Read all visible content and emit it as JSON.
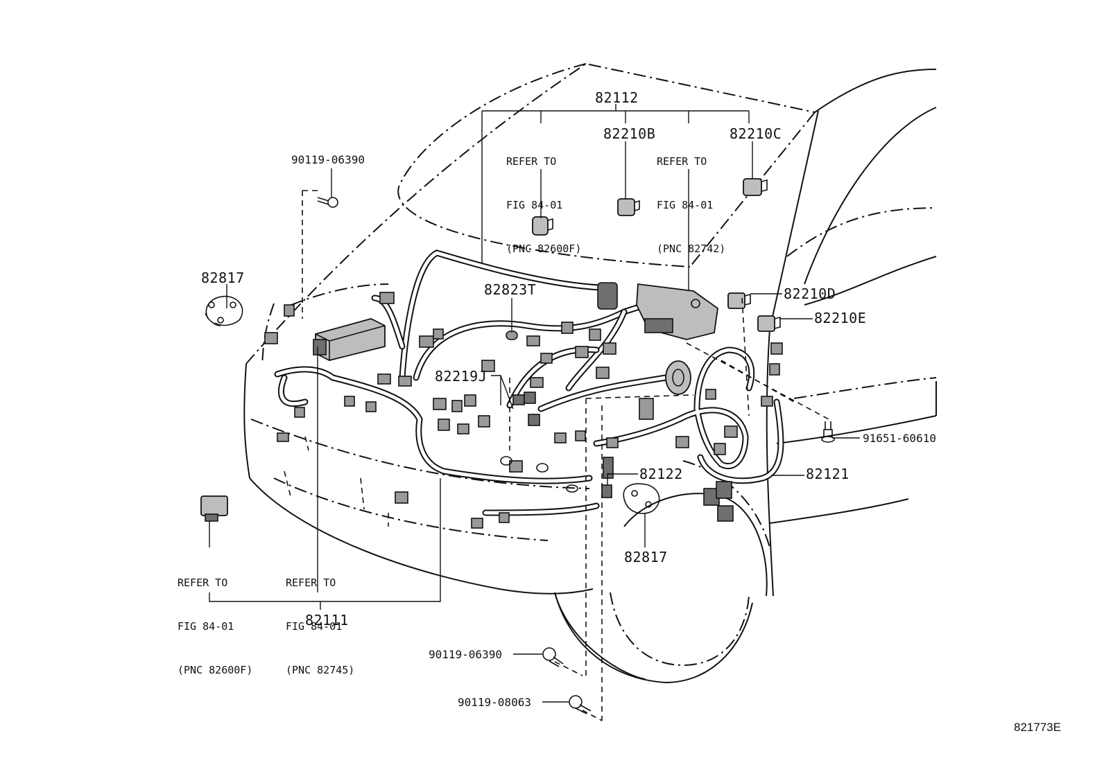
{
  "callouts": {
    "p82112": "82112",
    "p82210b": "82210B",
    "p82210c": "82210C",
    "p82210d": "82210D",
    "p82210e": "82210E",
    "p82823t": "82823T",
    "p82219j": "82219J",
    "p82817_top": "82817",
    "p82817_bottom": "82817",
    "p82122": "82122",
    "p82121": "82121",
    "p82111": "82111",
    "p91651": "91651-60610",
    "p90119_top": "90119-06390",
    "p90119_mid": "90119-06390",
    "p90119_bot": "90119-08063"
  },
  "references": {
    "top_left": [
      "REFER TO",
      "FIG 84-01",
      "(PNC 82600F)"
    ],
    "top_right": [
      "REFER TO",
      "FIG 84-01",
      "(PNC 82742)"
    ],
    "bottom_left": [
      "REFER TO",
      "FIG 84-01",
      "(PNC 82600F)"
    ],
    "bottom_mid": [
      "REFER TO",
      "FIG 84-01",
      "(PNC 82745)"
    ]
  },
  "diagram_code": "821773E"
}
